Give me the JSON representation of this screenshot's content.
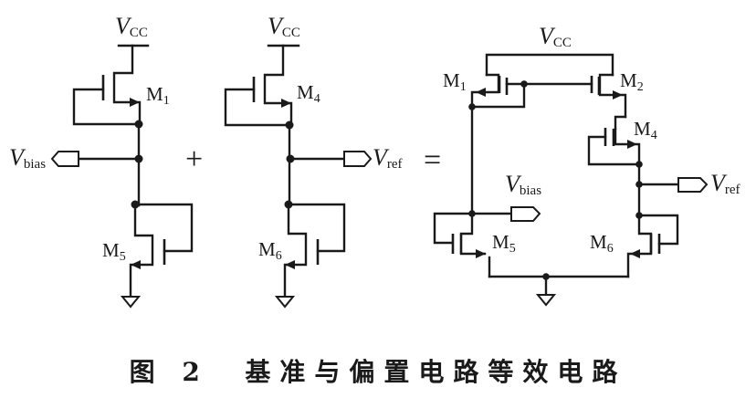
{
  "diagram": {
    "title": "基准与偏置电路等效电路",
    "figure_label": "图 2",
    "operators": {
      "plus": "+",
      "equals": "="
    },
    "supply": {
      "main": "V",
      "sub": "CC"
    },
    "left_circuit": {
      "transistors": [
        {
          "name": "M",
          "sub": "1",
          "type": "PMOS"
        },
        {
          "name": "M",
          "sub": "5",
          "type": "NMOS"
        }
      ],
      "output": {
        "main": "V",
        "sub": "bias"
      }
    },
    "middle_circuit": {
      "transistors": [
        {
          "name": "M",
          "sub": "4",
          "type": "PMOS"
        },
        {
          "name": "M",
          "sub": "6",
          "type": "NMOS"
        }
      ],
      "output": {
        "main": "V",
        "sub": "ref"
      }
    },
    "right_circuit": {
      "transistors": [
        {
          "name": "M",
          "sub": "1"
        },
        {
          "name": "M",
          "sub": "2"
        },
        {
          "name": "M",
          "sub": "4"
        },
        {
          "name": "M",
          "sub": "5"
        },
        {
          "name": "M",
          "sub": "6"
        }
      ],
      "outputs": [
        {
          "main": "V",
          "sub": "bias"
        },
        {
          "main": "V",
          "sub": "ref"
        }
      ]
    }
  }
}
